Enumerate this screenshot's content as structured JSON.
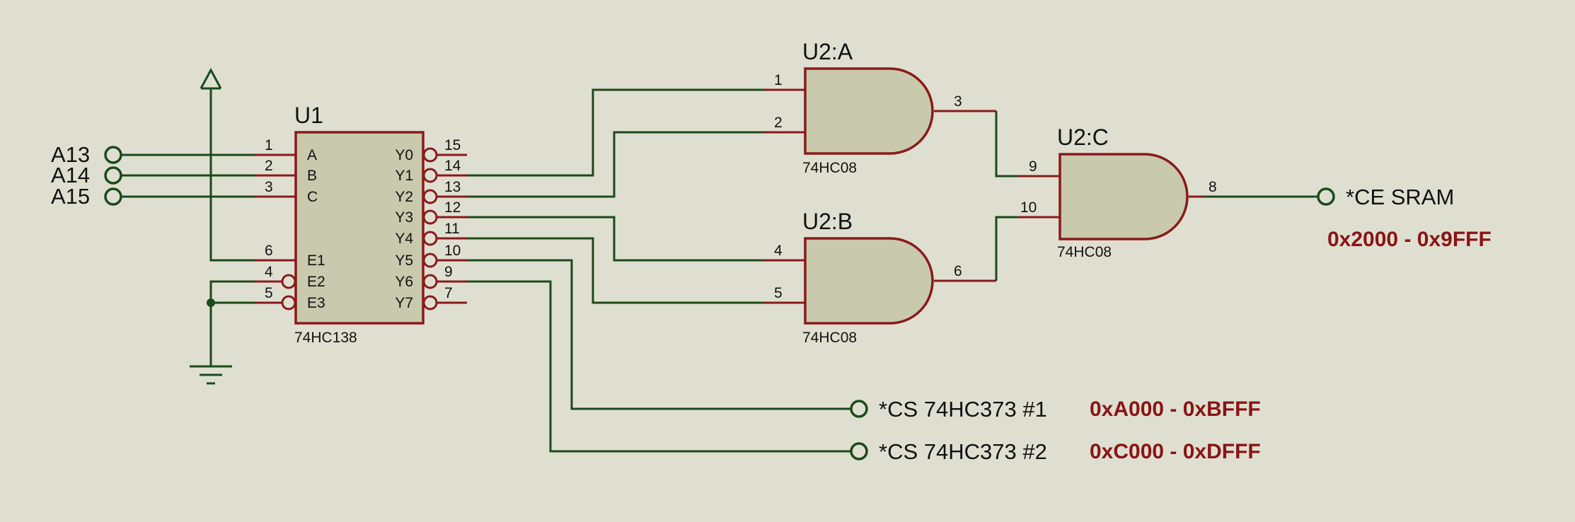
{
  "inputs": [
    "A13",
    "A14",
    "A15"
  ],
  "u1": {
    "ref": "U1",
    "part": "74HC138",
    "left_pins": [
      {
        "num": "1",
        "name": "A"
      },
      {
        "num": "2",
        "name": "B"
      },
      {
        "num": "3",
        "name": "C"
      },
      {
        "num": "6",
        "name": "E1"
      },
      {
        "num": "4",
        "name": "E2"
      },
      {
        "num": "5",
        "name": "E3"
      }
    ],
    "right_pins": [
      {
        "num": "15",
        "name": "Y0"
      },
      {
        "num": "14",
        "name": "Y1"
      },
      {
        "num": "13",
        "name": "Y2"
      },
      {
        "num": "12",
        "name": "Y3"
      },
      {
        "num": "11",
        "name": "Y4"
      },
      {
        "num": "10",
        "name": "Y5"
      },
      {
        "num": "9",
        "name": "Y6"
      },
      {
        "num": "7",
        "name": "Y7"
      }
    ]
  },
  "gates": {
    "a": {
      "ref": "U2:A",
      "part": "74HC08",
      "in1": "1",
      "in2": "2",
      "out": "3"
    },
    "b": {
      "ref": "U2:B",
      "part": "74HC08",
      "in1": "4",
      "in2": "5",
      "out": "6"
    },
    "c": {
      "ref": "U2:C",
      "part": "74HC08",
      "in1": "9",
      "in2": "10",
      "out": "8"
    }
  },
  "outputs": {
    "sram": {
      "label": "*CE SRAM",
      "range": "0x2000 - 0x9FFF"
    },
    "cs1": {
      "label": "*CS 74HC373 #1",
      "range": "0xA000 - 0xBFFF"
    },
    "cs2": {
      "label": "*CS 74HC373 #2",
      "range": "0xC000 - 0xDFFF"
    }
  },
  "colors": {
    "background": "#dfdfd1",
    "wire": "#1b4a1b",
    "component_outline": "#8a1a1a",
    "component_fill": "#c8c9ad",
    "address_text": "#8a1414"
  }
}
